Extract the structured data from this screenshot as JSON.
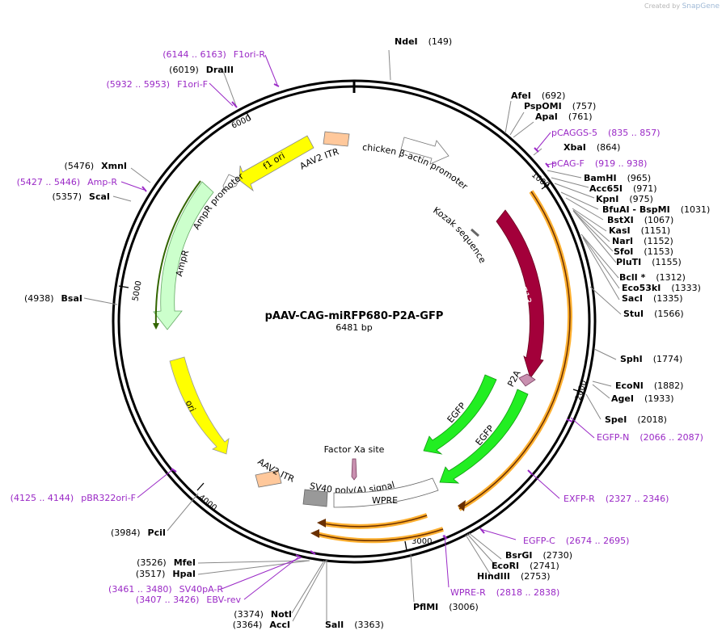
{
  "watermark": {
    "prefix": "Created by",
    "brand": "SnapGene"
  },
  "title": "pAAV-CAG-miRFP680-P2A-GFP",
  "length_text": "6481 bp",
  "total_bp": 6481,
  "tick_labels": [
    "1000",
    "2000",
    "3000",
    "4000",
    "5000",
    "6000"
  ],
  "features": [
    {
      "label": "chicken β-actin promoter",
      "start": 190,
      "end": 470,
      "color": "#ffffff"
    },
    {
      "label": "iRFP713",
      "start": 1010,
      "end": 1960,
      "color": "#a3003a"
    },
    {
      "label": "P2A",
      "start": 1960,
      "end": 2030,
      "color": "#c990b0"
    },
    {
      "label": "EGFP",
      "start": 2030,
      "end": 2750,
      "color": "#22ee22"
    },
    {
      "label": "WPRE",
      "start": 2850,
      "end": 3380,
      "color": "#ffffff"
    },
    {
      "label": "SV40 poly(A) signal",
      "start": 3410,
      "end": 3550,
      "color": "#999999"
    },
    {
      "label": "AAV2 ITR",
      "start": 3560,
      "end": 3700,
      "color": "#ffc89b"
    },
    {
      "label": "ori",
      "start": 4030,
      "end": 4620,
      "color": "#ffff00"
    },
    {
      "label": "AmpR",
      "start": 4780,
      "end": 5640,
      "color": "#ccffcc"
    },
    {
      "label": "AmpR promoter",
      "start": 5640,
      "end": 5740,
      "color": "#ffffff"
    },
    {
      "label": "f1 ori",
      "start": 5770,
      "end": 6220,
      "color": "#ffff00"
    },
    {
      "label": "AAV2 ITR",
      "start": 6310,
      "end": 6440,
      "color": "#ffc89b"
    }
  ],
  "inner_labels": {
    "kozak": "Kozak sequence",
    "factor_xa": "Factor Xa site",
    "egfp_inner": "EGFP"
  },
  "enzymes_right": [
    {
      "name": "NdeI",
      "pos": "(149)"
    },
    {
      "name": "AfeI",
      "pos": "(692)"
    },
    {
      "name": "PspOMI",
      "pos": "(757)"
    },
    {
      "name": "ApaI",
      "pos": "(761)"
    },
    {
      "name": "XbaI",
      "pos": "(864)"
    },
    {
      "name": "BamHI",
      "pos": "(965)"
    },
    {
      "name": "Acc65I",
      "pos": "(971)"
    },
    {
      "name": "KpnI",
      "pos": "(975)"
    },
    {
      "name": "BfuAI - BspMI",
      "pos": "(1031)"
    },
    {
      "name": "BstXI",
      "pos": "(1067)"
    },
    {
      "name": "KasI",
      "pos": "(1151)"
    },
    {
      "name": "NarI",
      "pos": "(1152)"
    },
    {
      "name": "SfoI",
      "pos": "(1153)"
    },
    {
      "name": "PluTI",
      "pos": "(1155)"
    },
    {
      "name": "BclI *",
      "pos": "(1312)"
    },
    {
      "name": "Eco53kI",
      "pos": "(1333)"
    },
    {
      "name": "SacI",
      "pos": "(1335)"
    },
    {
      "name": "StuI",
      "pos": "(1566)"
    },
    {
      "name": "SphI",
      "pos": "(1774)"
    },
    {
      "name": "EcoNI",
      "pos": "(1882)"
    },
    {
      "name": "AgeI",
      "pos": "(1933)"
    },
    {
      "name": "SpeI",
      "pos": "(2018)"
    },
    {
      "name": "BsrGI",
      "pos": "(2730)"
    },
    {
      "name": "EcoRI",
      "pos": "(2741)"
    },
    {
      "name": "HindIII",
      "pos": "(2753)"
    },
    {
      "name": "PflMI",
      "pos": "(3006)"
    },
    {
      "name": "SalI",
      "pos": "(3363)"
    }
  ],
  "enzymes_left": [
    {
      "name": "AccI",
      "pos": "(3364)"
    },
    {
      "name": "NotI",
      "pos": "(3374)"
    },
    {
      "name": "HpaI",
      "pos": "(3517)"
    },
    {
      "name": "MfeI",
      "pos": "(3526)"
    },
    {
      "name": "PciI",
      "pos": "(3984)"
    },
    {
      "name": "BsaI",
      "pos": "(4938)"
    },
    {
      "name": "ScaI",
      "pos": "(5357)"
    },
    {
      "name": "XmnI",
      "pos": "(5476)"
    },
    {
      "name": "DraIII",
      "pos": "(6019)"
    }
  ],
  "primers_right": [
    {
      "name": "pCAGGS-5",
      "range": "(835 .. 857)"
    },
    {
      "name": "pCAG-F",
      "range": "(919 .. 938)"
    },
    {
      "name": "EGFP-N",
      "range": "(2066 .. 2087)"
    },
    {
      "name": "EXFP-R",
      "range": "(2327 .. 2346)"
    },
    {
      "name": "EGFP-C",
      "range": "(2674 .. 2695)"
    },
    {
      "name": "WPRE-R",
      "range": "(2818 .. 2838)"
    }
  ],
  "primers_left": [
    {
      "name": "SV40pA-R",
      "range": "(3461 .. 3480)"
    },
    {
      "name": "EBV-rev",
      "range": "(3407 .. 3426)"
    },
    {
      "name": "pBR322ori-F",
      "range": "(4125 .. 4144)"
    },
    {
      "name": "Amp-R",
      "range": "(5427 .. 5446)"
    },
    {
      "name": "F1ori-F",
      "range": "(5932 .. 5953)"
    },
    {
      "name": "F1ori-R",
      "range": "(6144 .. 6163)"
    }
  ],
  "colors": {
    "enzyme": "#000000",
    "primer": "#9a29c6",
    "backbone": "#000000",
    "orf_outline": "#ffb030"
  }
}
